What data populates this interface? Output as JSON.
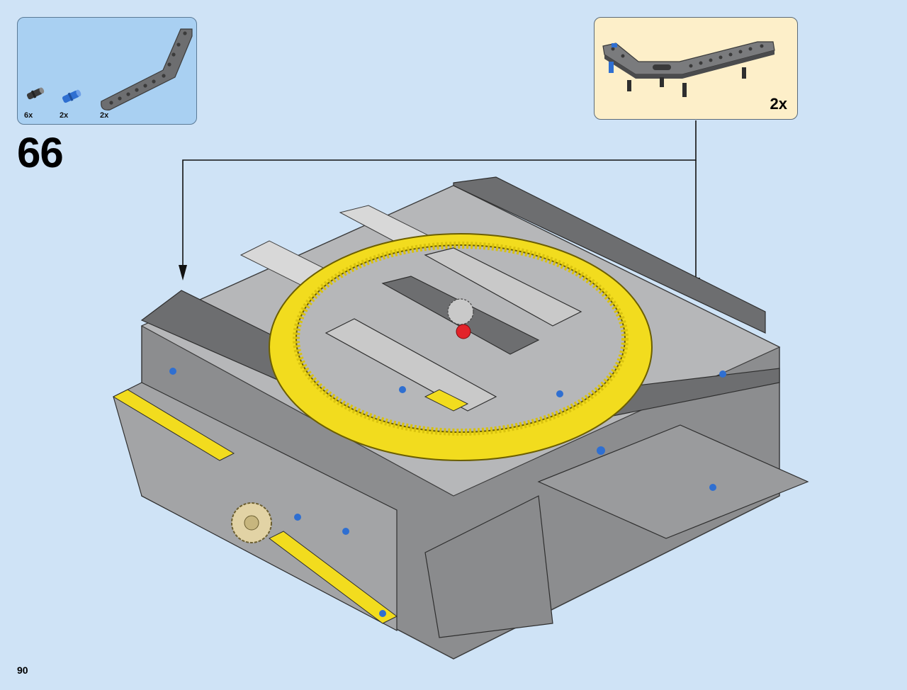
{
  "parts": [
    {
      "icon": "black-pin-icon",
      "qty": "6x"
    },
    {
      "icon": "blue-axle-pin-icon",
      "qty": "2x"
    },
    {
      "icon": "bent-beam-icon",
      "qty": "2x"
    }
  ],
  "step_number": "66",
  "subassembly": {
    "qty": "2x"
  },
  "page_number": "90",
  "colors": {
    "background": "#cfe3f6",
    "parts_box": "#a9d0f2",
    "subassembly_box": "#fdefc9",
    "gear_yellow": "#f2dc1e",
    "beam_dark": "#6d6e70",
    "beam_light": "#c9c9c9"
  }
}
